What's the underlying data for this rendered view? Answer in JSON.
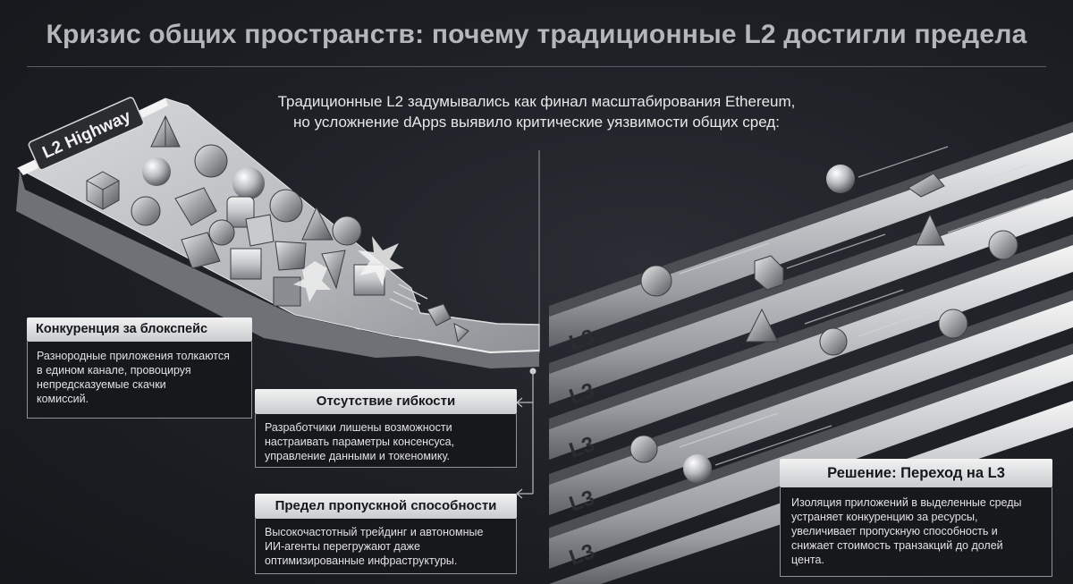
{
  "header": {
    "title": "Кризис общих пространств: почему традиционные L2 достигли предела",
    "subtitle_line1": "Традиционные L2 задумывались как финал масштабирования Ethereum,",
    "subtitle_line2": "но усложнение dApps выявило критические уязвимости общих сред:"
  },
  "diagram": {
    "l2_sign": "L2 Highway",
    "l3_label": "L3",
    "lane_count": 6,
    "colors": {
      "background": "#1c1f24",
      "metal_light": "#eeeeee",
      "metal_dark": "#7a7d82",
      "card_body": "#16181b"
    }
  },
  "cards": {
    "competition": {
      "title": "Конкуренция за блокспейс",
      "lines": [
        "Разнородные приложения толкаются",
        "в едином канале, провоцируя",
        "непредсказуемые скачки",
        "комиссий."
      ]
    },
    "flexibility": {
      "title": "Отсутствие гибкости",
      "lines": [
        "Разработчики лишены возможности",
        "настраивать параметры консенсуса,",
        "управление данными и токеномику."
      ]
    },
    "throughput": {
      "title": "Предел пропускной способности",
      "lines": [
        "Высокочастотный трейдинг и автономные",
        "ИИ-агенты перегружают даже",
        "оптимизированные инфраструктуры."
      ]
    },
    "solution": {
      "title": "Решение: Переход на L3",
      "lines": [
        "Изоляция приложений в выделенные среды",
        "устраняет конкуренцию за ресурсы,",
        "увеличивает пропускную способность и",
        "снижает стоимость транзакций до долей",
        "цента."
      ]
    }
  }
}
